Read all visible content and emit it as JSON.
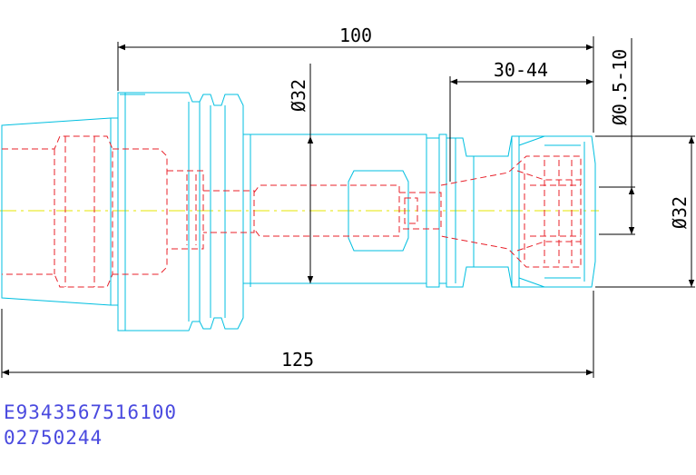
{
  "dimensions": {
    "overall_length": "125",
    "flange_to_nose": "100",
    "clamping_range": "30-44",
    "body_diameter": "Ø32",
    "nut_diameter": "Ø32",
    "collet_range": "Ø0.5-10"
  },
  "part_codes": {
    "order_number": "E9343567516100",
    "article_number": "02750244"
  },
  "colors": {
    "outline": "#00bfe0",
    "hidden": "#e8202a",
    "centerline": "#e6e600",
    "dimension": "#000000",
    "code_text": "#4a4adf"
  }
}
